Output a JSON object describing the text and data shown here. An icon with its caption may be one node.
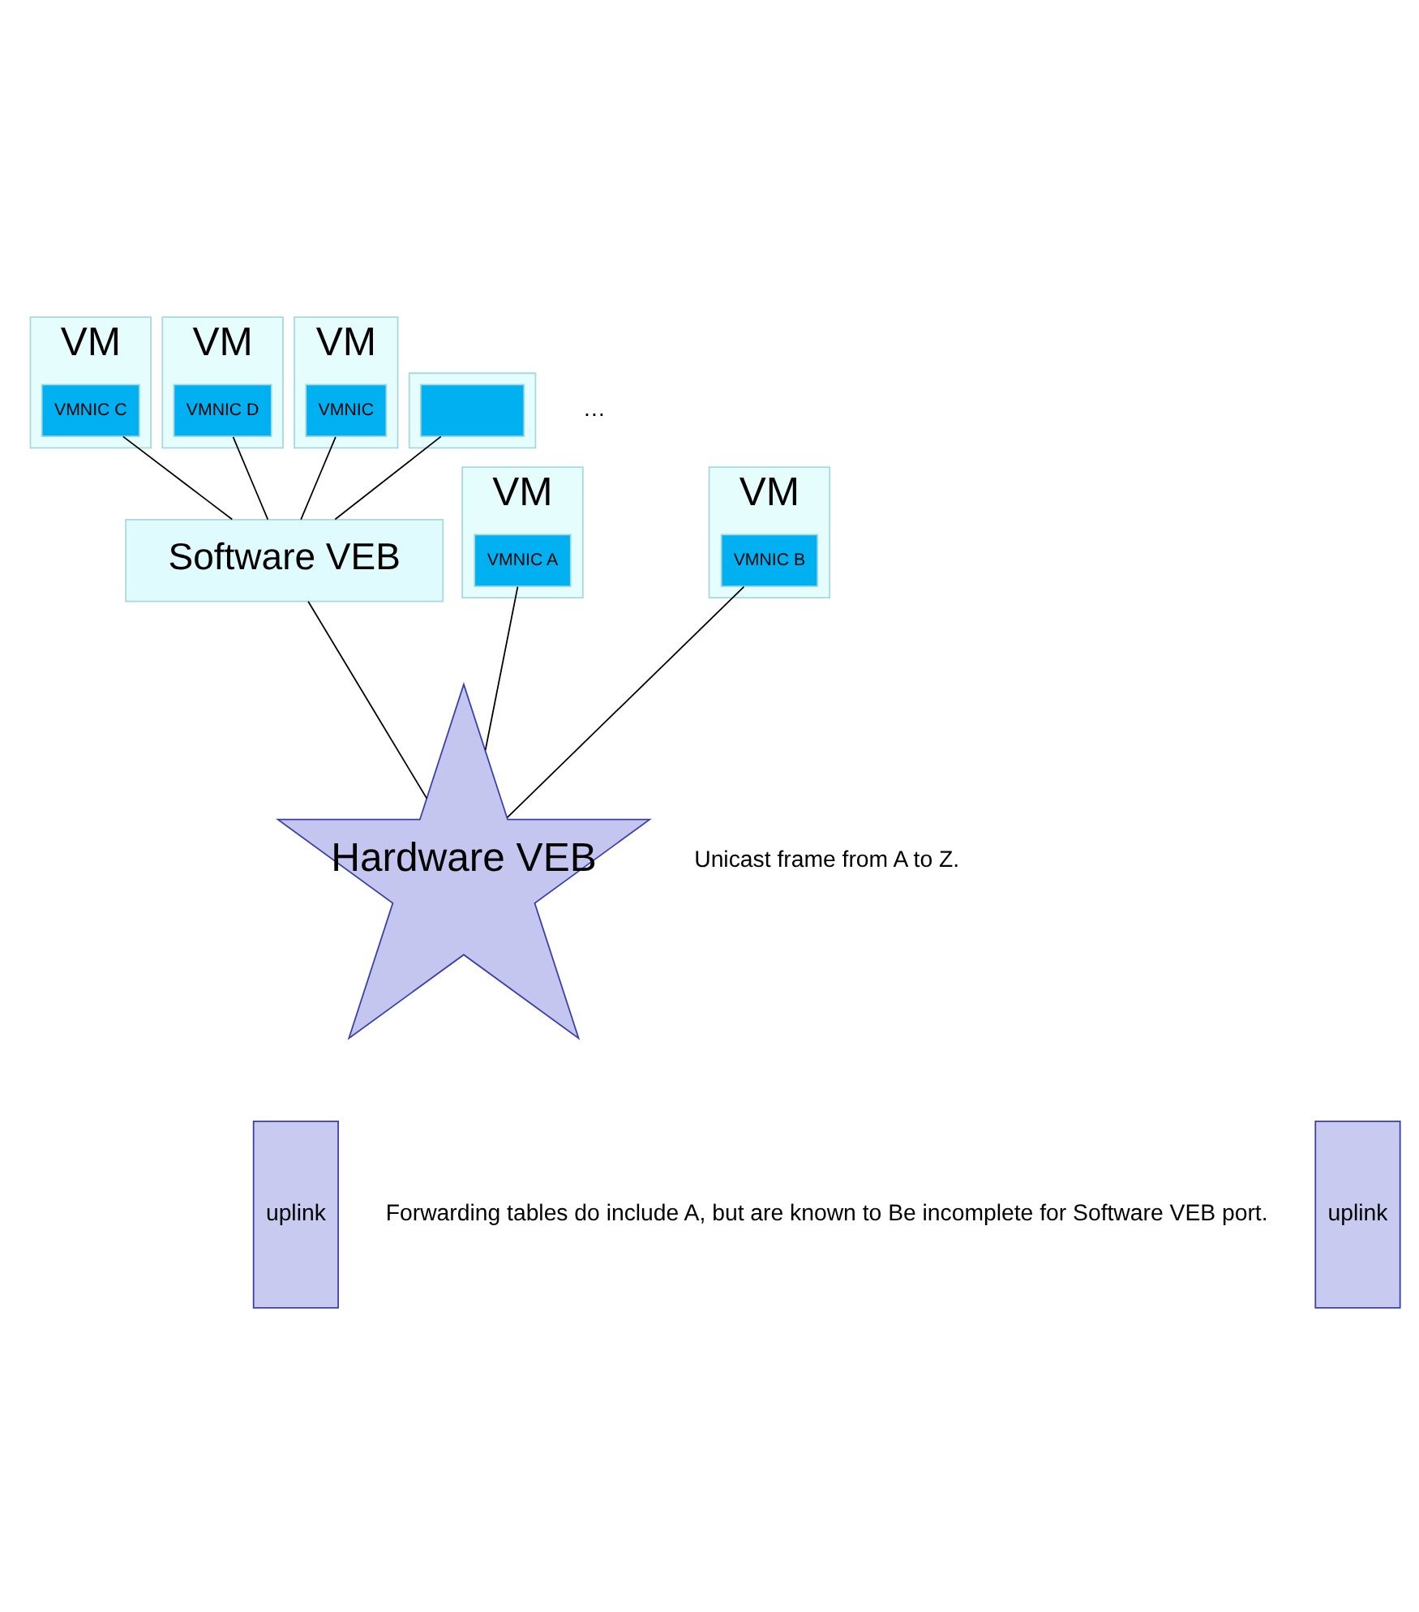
{
  "diagram": {
    "nodes": [
      {
        "text": [
          "VM"
        ]
      },
      {
        "text": [
          "VMNIC A"
        ],
        "in": 0
      },
      {
        "text": [
          "VM"
        ]
      },
      {
        "text": [
          "VMNIC B"
        ],
        "in": 2
      },
      {
        "text": [
          "VM"
        ]
      },
      {
        "text": [
          "VMNIC C"
        ],
        "in": 4
      },
      {
        "text": [
          "VM"
        ]
      },
      {
        "text": [
          "VMNIC D"
        ],
        "in": 6
      },
      {
        "text": [
          "VM"
        ]
      },
      {
        "text": [
          "VMNIC"
        ],
        "in": 8
      },
      {
        "text": [],
        "shape": "box"
      },
      {
        "text": [],
        "shape": "box",
        "in": 10
      },
      {
        "text": [
          "Software VEB"
        ]
      },
      {
        "text": [
          "Hardware VEB"
        ]
      },
      {
        "text": [
          "uplink"
        ]
      },
      {
        "text": [
          "uplink"
        ]
      }
    ],
    "edges": [
      {
        "from": 1,
        "to": 13,
        "arrow": "none"
      },
      {
        "from": 3,
        "to": 13,
        "arrow": "none"
      },
      {
        "from": 5,
        "to": 12,
        "arrow": "none"
      },
      {
        "from": 7,
        "to": 12,
        "arrow": "none"
      },
      {
        "from": 9,
        "to": 12,
        "arrow": "none"
      },
      {
        "from": 11,
        "to": 12,
        "arrow": "none"
      },
      {
        "from": 12,
        "to": 13,
        "arrow": "none"
      }
    ],
    "labels": [
      "…",
      "Unicast frame from A to Z.",
      "Forwarding tables do include A, but are known to Be incomplete for Software VEB port."
    ]
  }
}
